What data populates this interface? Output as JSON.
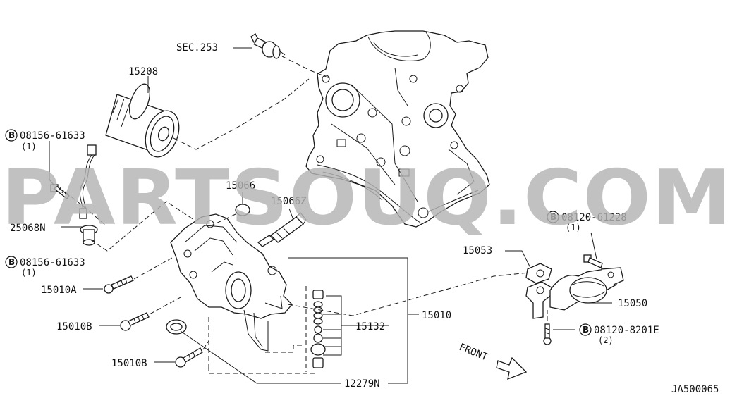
{
  "labels": {
    "sec253": "SEC.253",
    "p15208": "15208",
    "bolt1_code": "08156-61633",
    "bolt1_qty": "(1)",
    "p25068n": "25068N",
    "bolt2_code": "08156-61633",
    "bolt2_qty": "(1)",
    "p15066": "15066",
    "p15066z": "15066Z",
    "p15010a": "15010A",
    "p15010b_1": "15010B",
    "p15010b_2": "15010B",
    "p15132": "15132",
    "p15010": "15010",
    "p12279n": "12279N",
    "p15053": "15053",
    "bolt3_code": "08120-61228",
    "bolt3_qty": "(1)",
    "p15050": "15050",
    "bolt4_code": "08120-8201E",
    "bolt4_qty": "(2)",
    "front": "FRONT",
    "drawing_no": "JA500065"
  },
  "bolt_symbol": "B",
  "watermark": "PARTSOUQ.COM"
}
